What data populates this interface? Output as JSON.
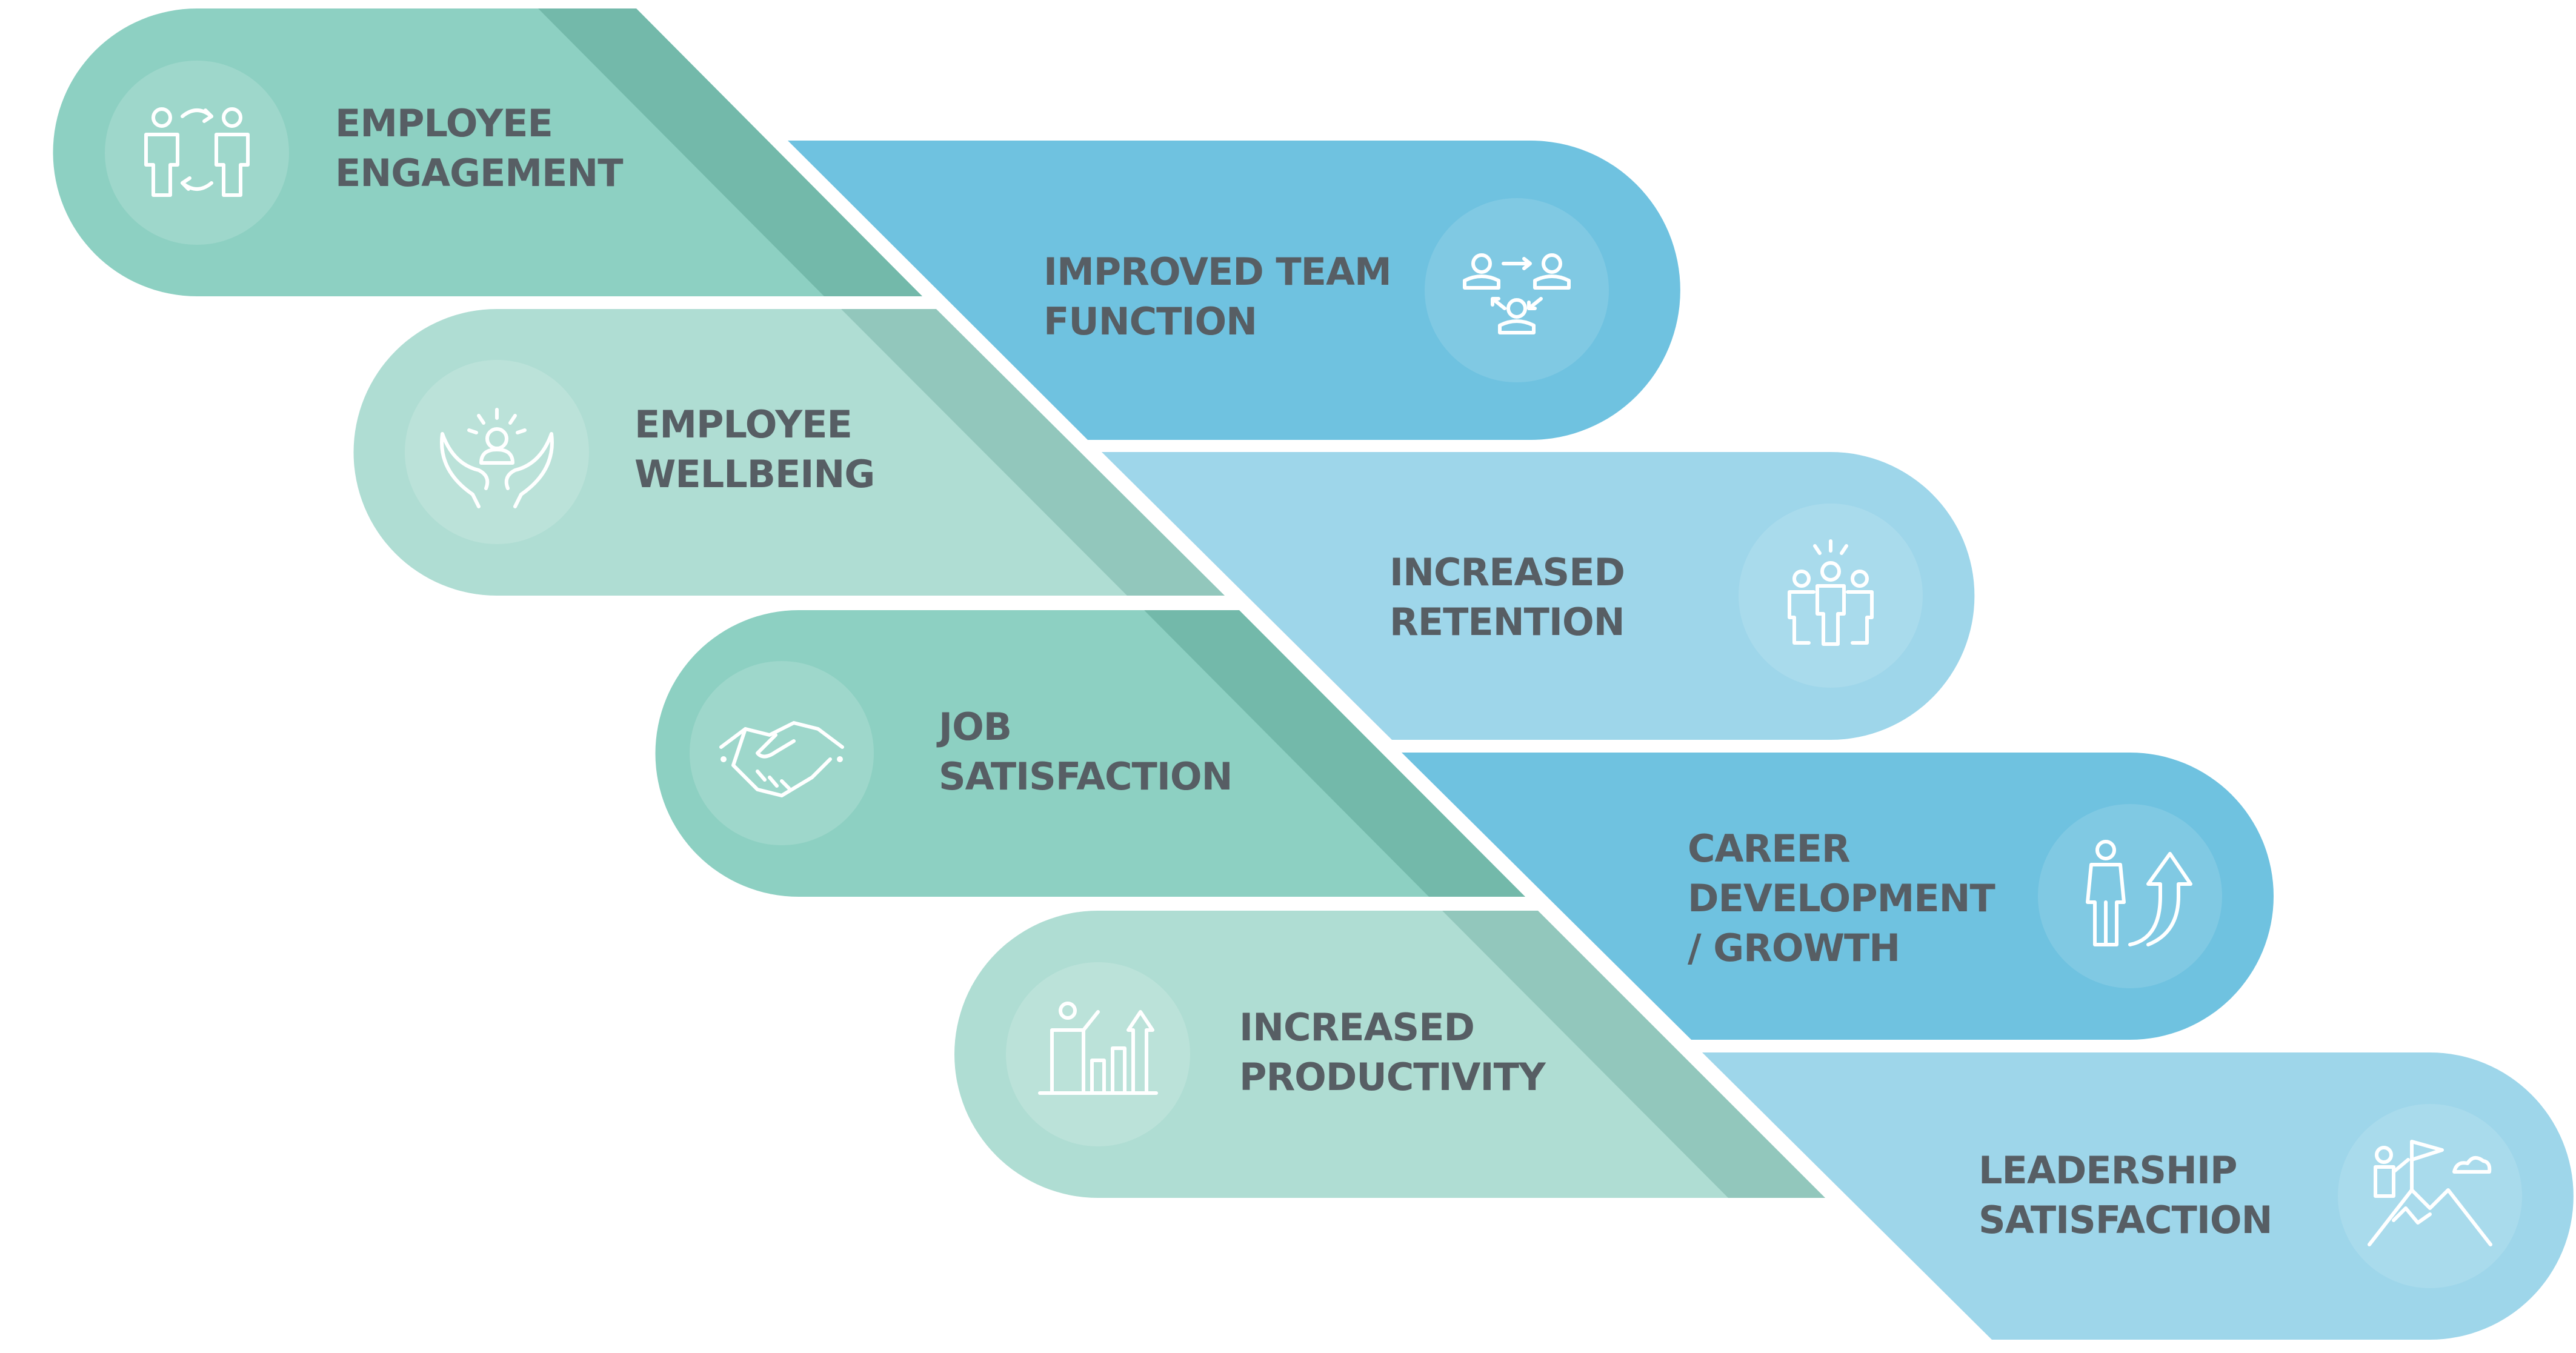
{
  "colors": {
    "green": "#8dd0c2",
    "green_light": "#afddd3",
    "green_fold": "#73b9aa",
    "green_fold_light": "#92c7bc",
    "blue": "#6fc2e0",
    "blue_light": "#9ed6ea",
    "text": "#575e64"
  },
  "items": [
    {
      "side": "left",
      "lines": [
        "EMPLOYEE",
        "ENGAGEMENT"
      ],
      "icon": "two-people-exchange-icon"
    },
    {
      "side": "right",
      "lines": [
        "IMPROVED TEAM",
        "FUNCTION"
      ],
      "icon": "team-network-icon"
    },
    {
      "side": "left",
      "lines": [
        "EMPLOYEE",
        "WELLBEING"
      ],
      "icon": "hands-holding-person-icon"
    },
    {
      "side": "right",
      "lines": [
        "INCREASED",
        "RETENTION"
      ],
      "icon": "group-of-people-icon"
    },
    {
      "side": "left",
      "lines": [
        "JOB",
        "SATISFACTION"
      ],
      "icon": "handshake-icon"
    },
    {
      "side": "right",
      "lines": [
        "CAREER",
        "DEVELOPMENT",
        "/ GROWTH"
      ],
      "icon": "person-growth-arrow-icon"
    },
    {
      "side": "left",
      "lines": [
        "INCREASED",
        "PRODUCTIVITY"
      ],
      "icon": "bar-chart-growth-icon"
    },
    {
      "side": "right",
      "lines": [
        "LEADERSHIP",
        "SATISFACTION"
      ],
      "icon": "mountain-flag-climber-icon"
    }
  ]
}
